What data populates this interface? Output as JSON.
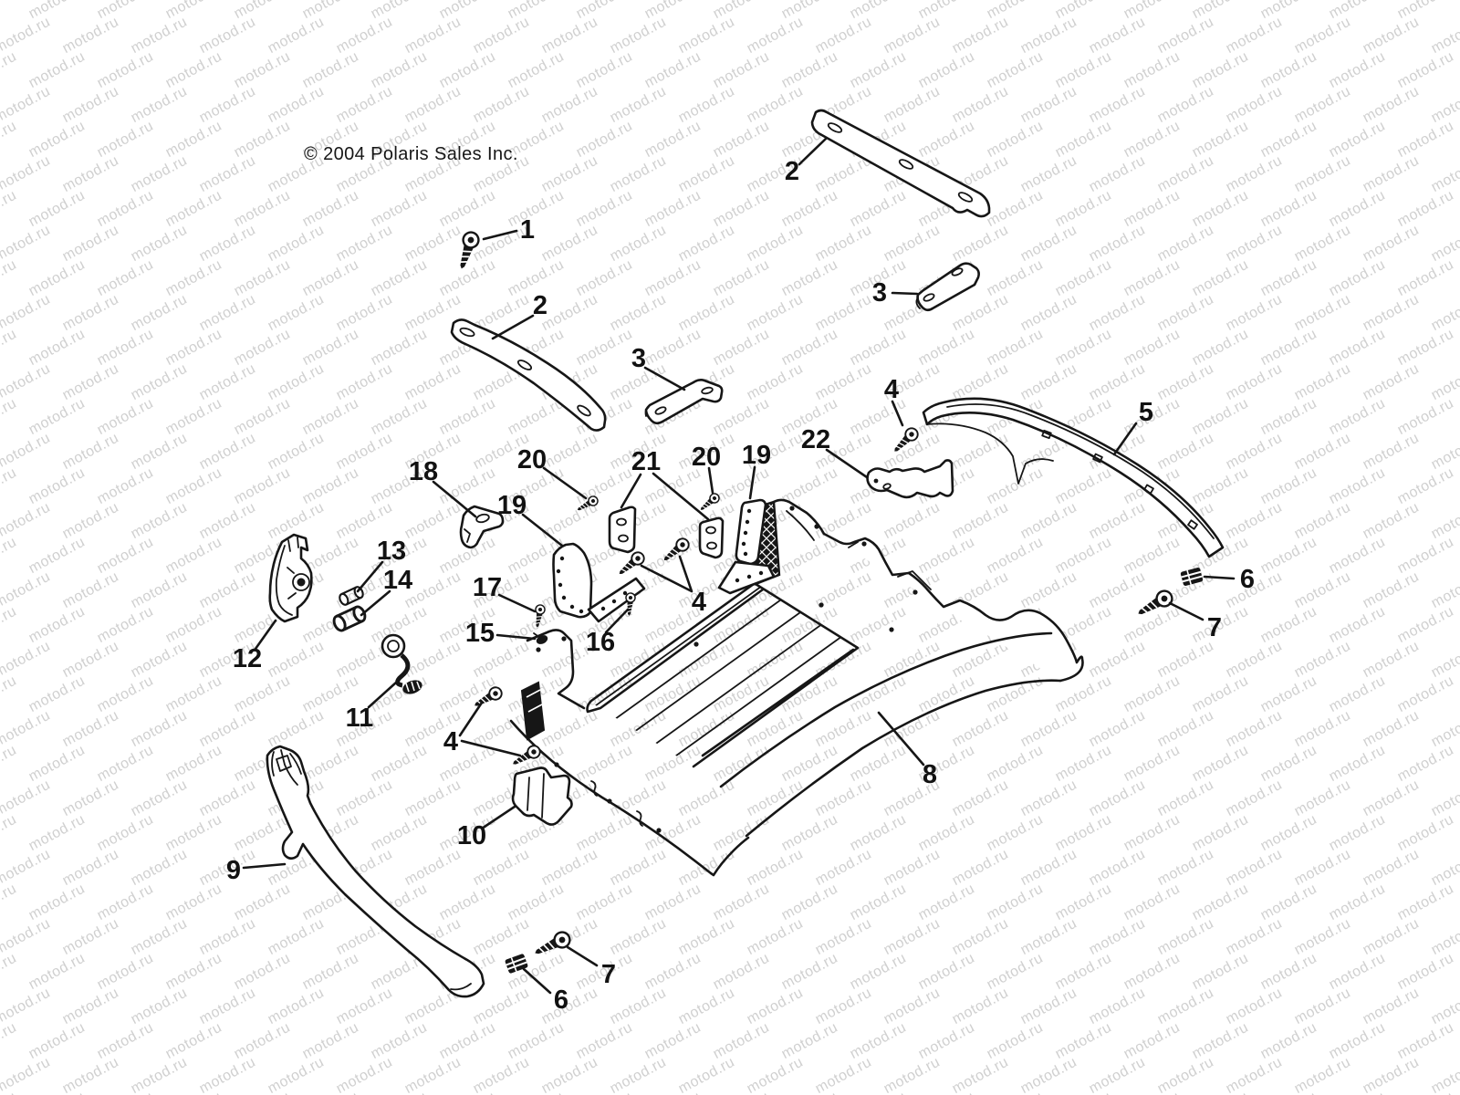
{
  "copyright": "© 2004 Polaris Sales Inc.",
  "watermark": {
    "text": "motod.ru",
    "color": "#d0d0d0",
    "font_size": 16,
    "row_gap": 38,
    "col_gap": 75,
    "angle_deg": -28
  },
  "diagram": {
    "type": "exploded-parts-diagram",
    "stroke_color": "#161616",
    "callouts": [
      {
        "label": "1"
      },
      {
        "label": "2"
      },
      {
        "label": "2"
      },
      {
        "label": "3"
      },
      {
        "label": "3"
      },
      {
        "label": "4"
      },
      {
        "label": "4"
      },
      {
        "label": "4"
      },
      {
        "label": "5"
      },
      {
        "label": "6"
      },
      {
        "label": "6"
      },
      {
        "label": "7"
      },
      {
        "label": "7"
      },
      {
        "label": "8"
      },
      {
        "label": "9"
      },
      {
        "label": "10"
      },
      {
        "label": "11"
      },
      {
        "label": "12"
      },
      {
        "label": "13"
      },
      {
        "label": "14"
      },
      {
        "label": "15"
      },
      {
        "label": "16"
      },
      {
        "label": "17"
      },
      {
        "label": "18"
      },
      {
        "label": "19"
      },
      {
        "label": "19"
      },
      {
        "label": "20"
      },
      {
        "label": "20"
      },
      {
        "label": "21"
      },
      {
        "label": "22"
      }
    ]
  }
}
